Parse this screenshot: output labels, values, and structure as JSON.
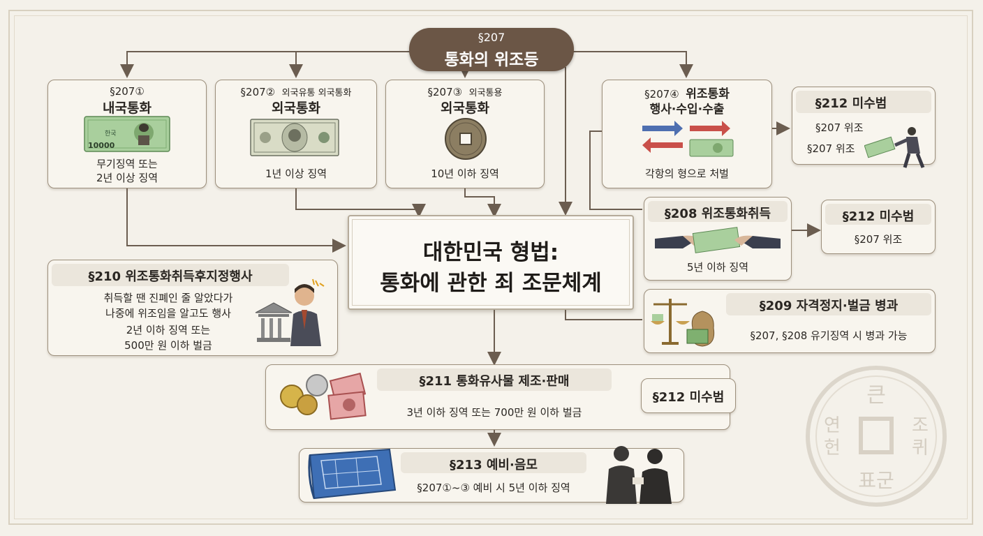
{
  "root": {
    "section": "§207",
    "title": "통화의 위조등"
  },
  "center": {
    "line1": "대한민국 형법:",
    "line2": "통화에 관한 죄 조문체계"
  },
  "n207_1": {
    "section": "§207①",
    "title": "내국통화",
    "banknote_value": "10000",
    "banknote_mark": "한국",
    "penalty_line1": "무기징역 또는",
    "penalty_line2": "2년 이상 징역"
  },
  "n207_2": {
    "section": "§207②",
    "subtitle": "외국유통 외국통화",
    "title": "외국통화",
    "penalty": "1년 이상 징역"
  },
  "n207_3": {
    "section": "§207③",
    "subtitle": "외국통용",
    "title": "외국통화",
    "penalty": "10년 이하 징역"
  },
  "n207_4": {
    "section": "§207④",
    "title_line1": "위조통화",
    "title_line2": "행사·수입·수출",
    "penalty": "각항의 형으로 처벌"
  },
  "n212_a": {
    "title": "§212 미수범",
    "line1": "§207 위조",
    "line2": "§207 위조"
  },
  "n208": {
    "title": "§208 위조통화취득",
    "penalty": "5년 이하 징역"
  },
  "n212_b": {
    "title": "§212 미수범",
    "line1": "§207 위조"
  },
  "n209": {
    "title": "§209 자격정지·벌금 병과",
    "line1": "§207, §208 유기징역 시 병과 가능"
  },
  "n210": {
    "title": "§210 위조통화취득후지정행사",
    "line1": "취득할 땐 진폐인 줄 알았다가",
    "line2": "나중에 위조임을 알고도 행사",
    "line3": "2년 이하 징역 또는",
    "line4": "500만 원 이하 벌금"
  },
  "n211": {
    "title": "§211 통화유사물 제조·판매",
    "line1": "3년 이하 징역 또는 700만 원 이하 벌금"
  },
  "n212_c": {
    "title": "§212 미수범"
  },
  "n213": {
    "title": "§213 예비·음모",
    "line1": "§207①~③ 예비 시 5년 이하 징역"
  },
  "seal": {
    "top": "큰",
    "left": "연",
    "left2": "헌",
    "right": "조",
    "right2": "퀴",
    "bottom": "표군"
  },
  "colors": {
    "root_bg": "#6b5646",
    "box_border": "#9c8f7c",
    "box_bg": "#f8f5ee",
    "band": "#ebe6dc",
    "arrow": "#6b5d50",
    "bg": "#f4f1ea"
  }
}
